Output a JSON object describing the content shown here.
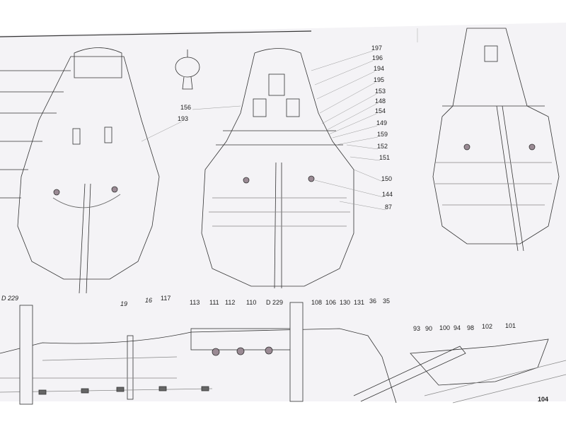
{
  "page_number": "104",
  "stern_callouts": {
    "left": [
      "156",
      "193"
    ],
    "right": [
      "197",
      "196",
      "194",
      "195",
      "153",
      "148",
      "154",
      "149",
      "159",
      "152",
      "151",
      "150",
      "144",
      "87"
    ]
  },
  "side_callouts": [
    "D 229",
    "19",
    "16",
    "117",
    "113",
    "111",
    "112",
    "110",
    "D 229",
    "108",
    "106",
    "130",
    "131",
    "36",
    "35"
  ],
  "boat_callouts": [
    "93",
    "90",
    "100",
    "94",
    "98",
    "102",
    "101"
  ],
  "colors": {
    "paper": "#f4f3f6",
    "background": "#ffffff",
    "ink": "#222222",
    "porthole": "#9a8a94"
  }
}
